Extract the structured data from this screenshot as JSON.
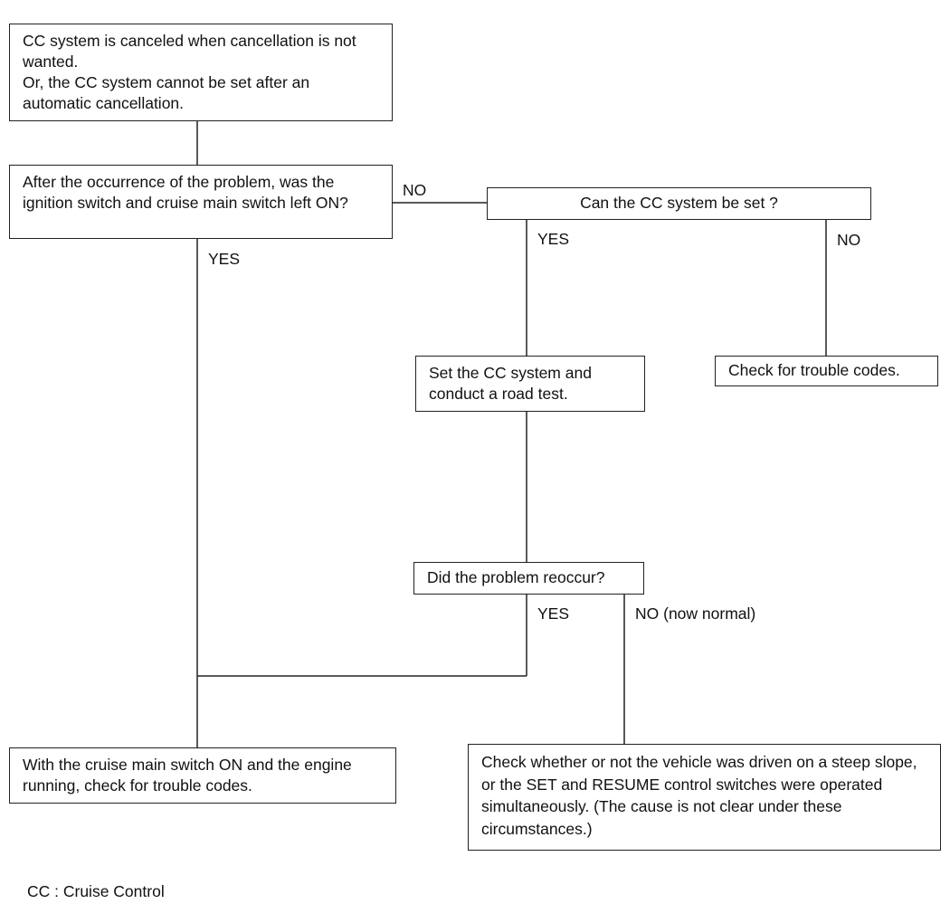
{
  "boxes": {
    "start_line1": "CC system is canceled when cancellation is not wanted.",
    "start_line2": "Or, the CC system cannot be set after an automatic cancellation.",
    "ignition_question": "After the occurrence of the problem, was the ignition switch and cruise main switch left ON?",
    "can_set_question": "Can the CC system be set ?",
    "road_test": "Set the CC system and conduct a road test.",
    "check_codes": "Check for trouble codes.",
    "reoccur_question": "Did the problem reoccur?",
    "main_on_check": "With the cruise main switch ON and the engine running, check for trouble codes.",
    "steep_slope_check": "Check whether or not the vehicle was driven on a steep slope, or the SET and RESUME control switches were operated simultaneously. (The cause is not clear under these circumstances.)"
  },
  "labels": {
    "no_ignition": "NO",
    "yes_ignition": "YES",
    "yes_can_set": "YES",
    "no_can_set": "NO",
    "yes_reoccur": "YES",
    "no_reoccur": "NO (now normal)"
  },
  "footnote": "CC : Cruise Control"
}
